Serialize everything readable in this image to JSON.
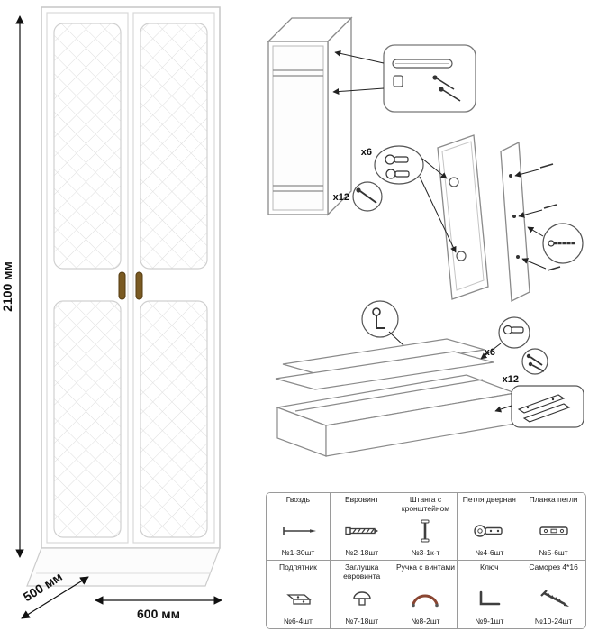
{
  "dimensions": {
    "height": "2100 мм",
    "depth": "500 мм",
    "width": "600 мм"
  },
  "callouts": {
    "mid_hinges": "x6",
    "mid_screws": "x12",
    "base_hinges": "x6",
    "base_screws": "x12"
  },
  "colors": {
    "handle": "#7a5a22",
    "outline": "#c6c6c6",
    "line_art": "#8a8a8a"
  },
  "parts_table": {
    "rows": [
      [
        {
          "name": "Гвоздь",
          "qty": "№1-30шт",
          "icon": "nail-icon"
        },
        {
          "name": "Евровинт",
          "qty": "№2-18шт",
          "icon": "euroscrew-icon"
        },
        {
          "name": "Штанга с кронштейном",
          "qty": "№3-1к-т",
          "icon": "rod-with-bracket-icon"
        },
        {
          "name": "Петля дверная",
          "qty": "№4-6шт",
          "icon": "door-hinge-icon"
        },
        {
          "name": "Планка петли",
          "qty": "№5-6шт",
          "icon": "hinge-plate-icon"
        }
      ],
      [
        {
          "name": "Подпятник",
          "qty": "№6-4шт",
          "icon": "foot-bracket-icon"
        },
        {
          "name": "Заглушка евровинта",
          "qty": "№7-18шт",
          "icon": "screw-cap-icon"
        },
        {
          "name": "Ручка с винтами",
          "qty": "№8-2шт",
          "icon": "handle-icon"
        },
        {
          "name": "Ключ",
          "qty": "№9-1шт",
          "icon": "key-icon"
        },
        {
          "name": "Саморез 4*16",
          "qty": "№10-24шт",
          "icon": "self-tapping-screw-icon"
        }
      ]
    ]
  }
}
